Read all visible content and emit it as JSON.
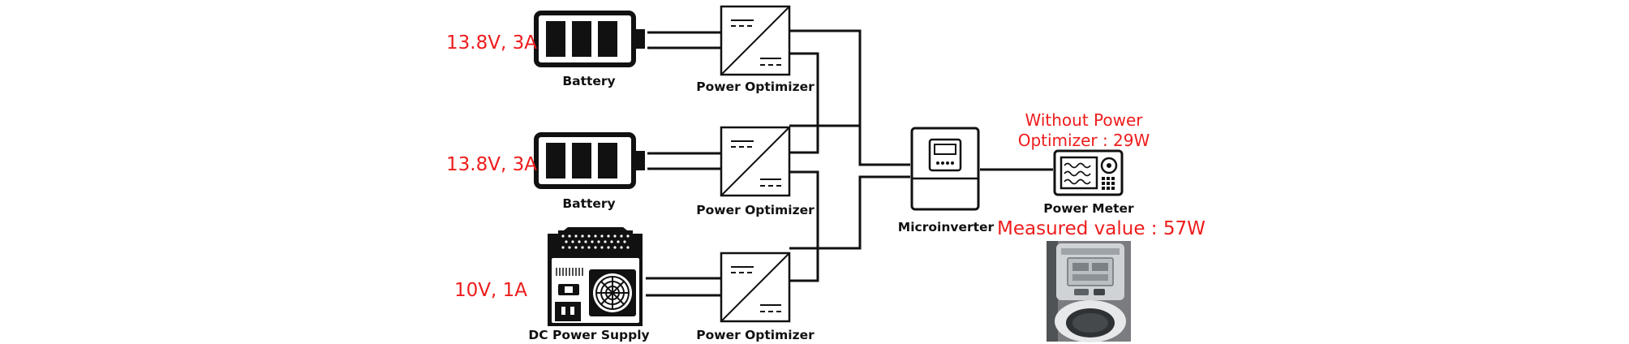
{
  "colors": {
    "annotation": "#ee1c1c",
    "line": "#111111",
    "background": "#ffffff"
  },
  "sources": [
    {
      "label": "Battery",
      "rating": "13.8V, 3A",
      "icon": "battery-icon"
    },
    {
      "label": "Battery",
      "rating": "13.8V, 3A",
      "icon": "battery-icon"
    },
    {
      "label": "DC Power Supply",
      "rating": "10V, 1A",
      "icon": "dc-power-supply-icon"
    }
  ],
  "optimizers": [
    {
      "label": "Power Optimizer",
      "icon": "dc-dc-converter-icon"
    },
    {
      "label": "Power Optimizer",
      "icon": "dc-dc-converter-icon"
    },
    {
      "label": "Power Optimizer",
      "icon": "dc-dc-converter-icon"
    }
  ],
  "microinverter": {
    "label": "Microinverter",
    "icon": "microinverter-icon"
  },
  "power_meter": {
    "label": "Power Meter",
    "icon": "power-meter-icon",
    "without_optimizer_line1": "Without Power",
    "without_optimizer_line2": "Optimizer : 29W",
    "measured": "Measured value : 57W",
    "photo": "power-meter-photo"
  }
}
